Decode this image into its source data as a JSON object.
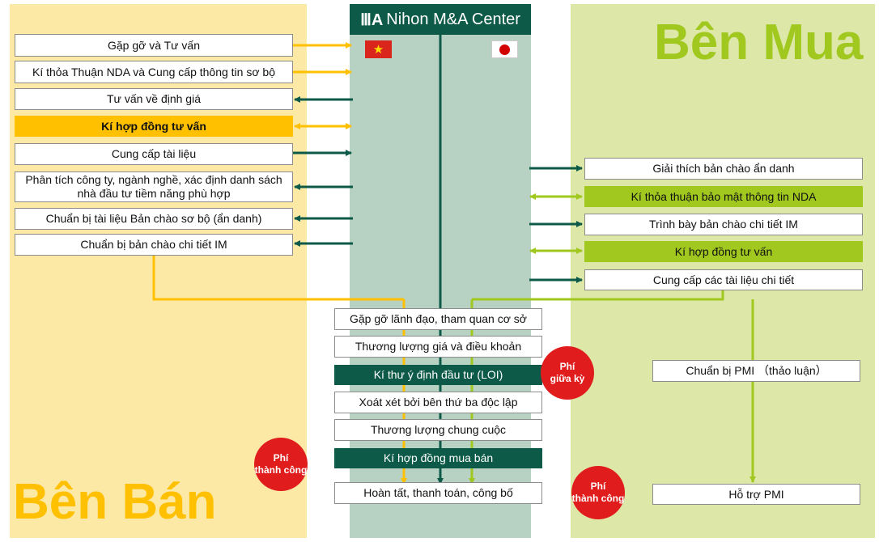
{
  "center": {
    "logo_mark": "ⅢA",
    "logo_text": "Nihon M&A Center"
  },
  "seller": {
    "title": "Bên Bán",
    "steps": [
      "Gặp gỡ và Tư vấn",
      "Kí thỏa Thuận NDA và Cung cấp thông tin sơ bộ",
      "Tư vấn về định giá",
      "Kí hợp đồng tư vấn",
      "Cung cấp tài liệu",
      "Phân tích công ty, ngành nghề, xác định danh sách nhà đầu tư tiềm năng phù hợp",
      "Chuẩn bị tài liệu Bản chào sơ bộ (ẩn danh)",
      "Chuẩn bị bản chào chi tiết IM"
    ]
  },
  "buyer": {
    "title": "Bên Mua",
    "steps": [
      "Giải thích bản chào ẩn danh",
      "Kí thỏa thuận bảo mật thông tin NDA",
      "Trình bày bản chào chi tiết IM",
      "Kí hợp đồng tư vấn",
      "Cung cấp các tài liệu chi tiết"
    ],
    "pmi_prep": "Chuẩn bị PMI （thảo luận）",
    "pmi_support": "Hỗ trợ PMI"
  },
  "joint": {
    "steps": [
      "Gặp gỡ lãnh đạo, tham quan cơ sở",
      "Thương lượng giá và điều khoản",
      "Kí thư ý định đầu tư (LOI)",
      "Xoát xét bởi bên thứ ba độc lập",
      "Thương lượng chung cuộc",
      "Kí hợp đồng mua bán",
      "Hoàn tất, thanh toán, công bố"
    ]
  },
  "badges": {
    "midterm": "Phí\ngiữa kỳ",
    "success_left": "Phí\nthành công",
    "success_right": "Phí\nthành công"
  },
  "colors": {
    "seller_bg": "#fde9a6",
    "buyer_bg": "#dde8a8",
    "center_bg": "#b7d1c3",
    "dark_green": "#0d5a48",
    "yellow": "#ffc000",
    "lime": "#a0c81e",
    "red": "#e01c1c"
  }
}
